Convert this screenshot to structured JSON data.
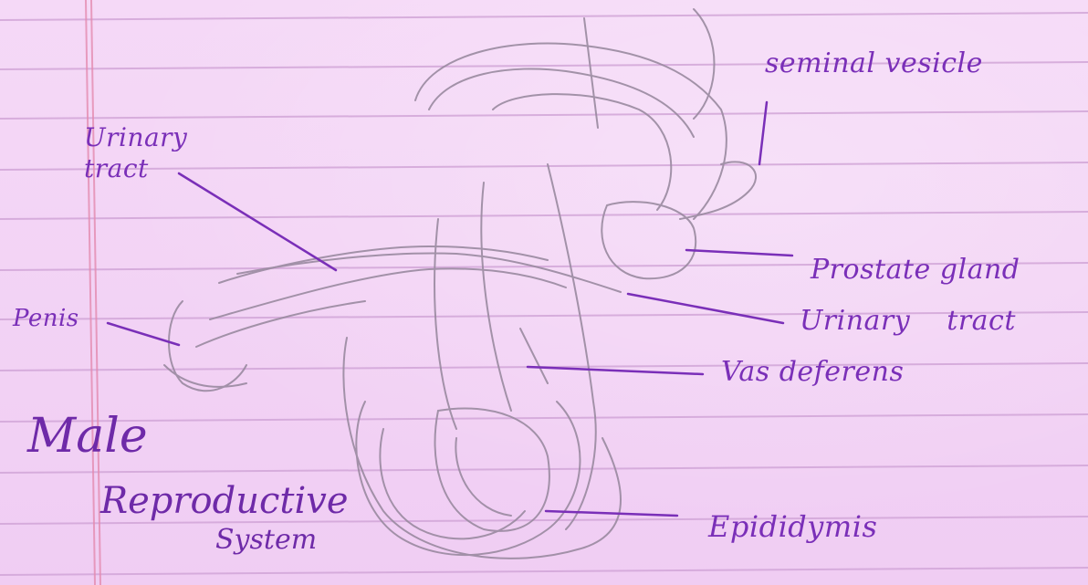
{
  "labels": {
    "seminal_vesicle": "seminal vesicle",
    "urinary_tract_left": "Urinary tract",
    "penis": "Penis",
    "prostate_gland": "Prostate gland",
    "urinary_tract_right": "Urinary tract",
    "vas_deferens": "Vas deferens",
    "epididymis": "Epididymis"
  },
  "title": {
    "line1": "Male",
    "line2": "Reproductive",
    "line3": "System"
  },
  "colors": {
    "paper": "#f3d4f5",
    "ruling": "#d2a6d8",
    "margin_line": "#e48bb0",
    "ink": "#7a2fb8",
    "pencil": "#9a8aa0"
  }
}
